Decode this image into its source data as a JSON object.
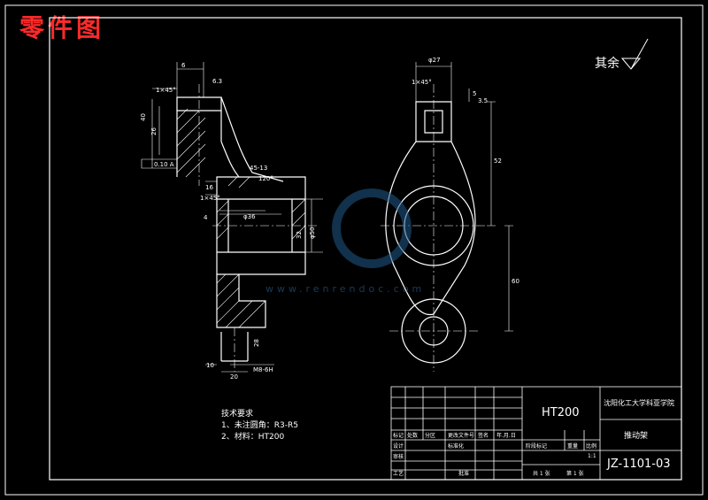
{
  "corner_title": "零件图",
  "roughness_note": "其余",
  "watermark": "www.renrendoc.com",
  "tech_requirements": {
    "heading": "技术要求",
    "items": [
      "1、未注圆角：R3-R5",
      "2、材料：HT200"
    ]
  },
  "title_block": {
    "material": "HT200",
    "school": "沈阳化工大学科亚学院",
    "part_name": "推动架",
    "drawing_no": "JZ-1101-03",
    "scale_value": "1:1",
    "sheets_total": "共 1 张",
    "sheet_no": "第 1 张",
    "labels": {
      "mark": "标记",
      "count": "处数",
      "zone": "分区",
      "doc_no": "更改文件号",
      "signature": "签名",
      "date": "年.月.日",
      "design": "设计",
      "standardization": "标准化",
      "stage_mark": "阶段标记",
      "weight": "重量",
      "scale": "比例",
      "review": "审核",
      "process": "工艺",
      "approve": "批准"
    }
  },
  "dimensions": {
    "top_6": "6",
    "chamfer_1": "1×45°",
    "roughness_1": "6.3",
    "len_40": "40",
    "len_26": "26",
    "tol_frame": "0.10 A",
    "ang_45": "45-13",
    "ang_120": "120°",
    "len_16": "16",
    "chamfer_2": "1×45°",
    "dia_36": "φ36",
    "len_4": "4",
    "dia_50": "φ50",
    "len_32": "32",
    "len_28": "28",
    "tapped_m8": "M8-6H",
    "len_10": "10",
    "len_20": "20",
    "dia_27": "φ27",
    "len_5": "5",
    "len_3_5": "3.5",
    "len_52": "52",
    "len_60": "60"
  }
}
